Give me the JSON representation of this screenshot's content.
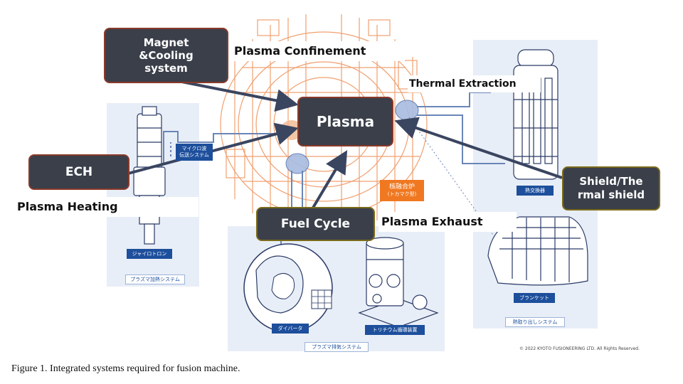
{
  "boxes": {
    "magnet": "Magnet\n&Cooling\nsystem",
    "plasma": "Plasma",
    "ech": "ECH",
    "fuel_cycle": "Fuel Cycle",
    "shield": "Shield/The\nrmal shield"
  },
  "labels": {
    "plasma_confinement": "Plasma Confinement",
    "thermal_extraction": "Thermal Extraction",
    "plasma_heating": "Plasma Heating",
    "plasma_exhaust": "Plasma Exhaust"
  },
  "jp": {
    "microwave": "マイクロ波\n伝送システム",
    "gyrotron": "ジャイロトロン",
    "heating_system": "プラズマ加熱システム",
    "reactor_line1": "核融合炉",
    "reactor_line2": "(トカマク型)",
    "heat_exchanger": "熱交換器",
    "divertor": "ダイバータ",
    "tritium": "トリチウム循環装置",
    "exhaust_system": "プラズマ排気システム",
    "blanket": "ブランケット",
    "heat_extraction_system": "熱取り出しシステム"
  },
  "copyright": "© 2022 KYOTO FUSIONEERING LTD.  All Rights Reserved.",
  "caption": "Figure 1. Integrated systems required for fusion machine."
}
